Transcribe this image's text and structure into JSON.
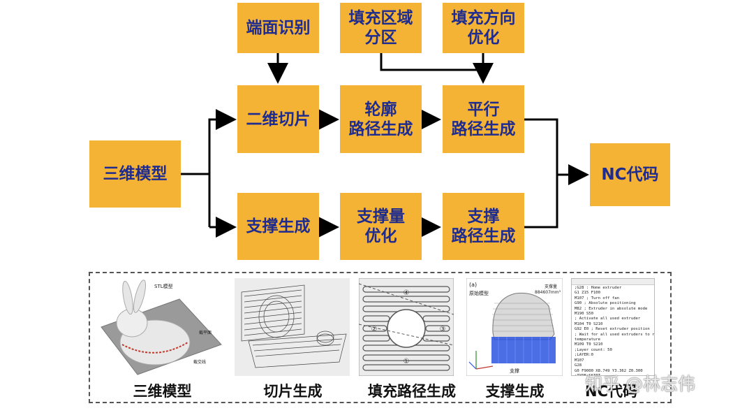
{
  "flow": {
    "model": "三维模型",
    "end_face": "端面识别",
    "fill_region": "填充区域\n分区",
    "fill_direction": "填充方向\n优化",
    "slice2d": "二维切片",
    "contour_path": "轮廓\n路径生成",
    "parallel_path": "平行\n路径生成",
    "nc_code": "NC代码",
    "support_gen": "支撑生成",
    "support_opt": "支撑量\n优化",
    "support_path": "支撑\n路径生成"
  },
  "colors": {
    "box_fill": "#F5B335",
    "box_text": "#1F2C8F"
  },
  "illustrations": {
    "captions": [
      "三维模型",
      "切片生成",
      "填充路径生成",
      "支撑生成",
      "NC代码"
    ],
    "bunny": {
      "stl_label": "STL模型",
      "plane_label": "截平面",
      "line_label": "截交线"
    },
    "fill_regions": [
      "④",
      "②",
      "③",
      "①"
    ],
    "support": {
      "panel_label": "(a)",
      "original_label": "原始模型",
      "volume_label": "支撑量",
      "volume_value": "884607mm³",
      "support_label": "支撑"
    },
    "gcode_lines": [
      ";G28 : Home extruder",
      "G1 Z15 F100",
      "M107 ; Turn off fan",
      "G90 ; Absolute positioning",
      "M82 ; Extruder in absolute mode",
      "M190 S50",
      "; Activate all used extruder",
      "M104 T0 S210",
      "G92 E0 ; Reset extruder position",
      "; Wait for all used extruders to reach",
      "temperature",
      "M109 T0 S210",
      ";Layer count: 50",
      ";LAYER:0",
      "M107",
      "G28",
      "G0 F9000 X8.749 Y3.362 Z0.300",
      ";TYPE:SKIRT"
    ]
  },
  "watermark": "知乎 @林志伟"
}
